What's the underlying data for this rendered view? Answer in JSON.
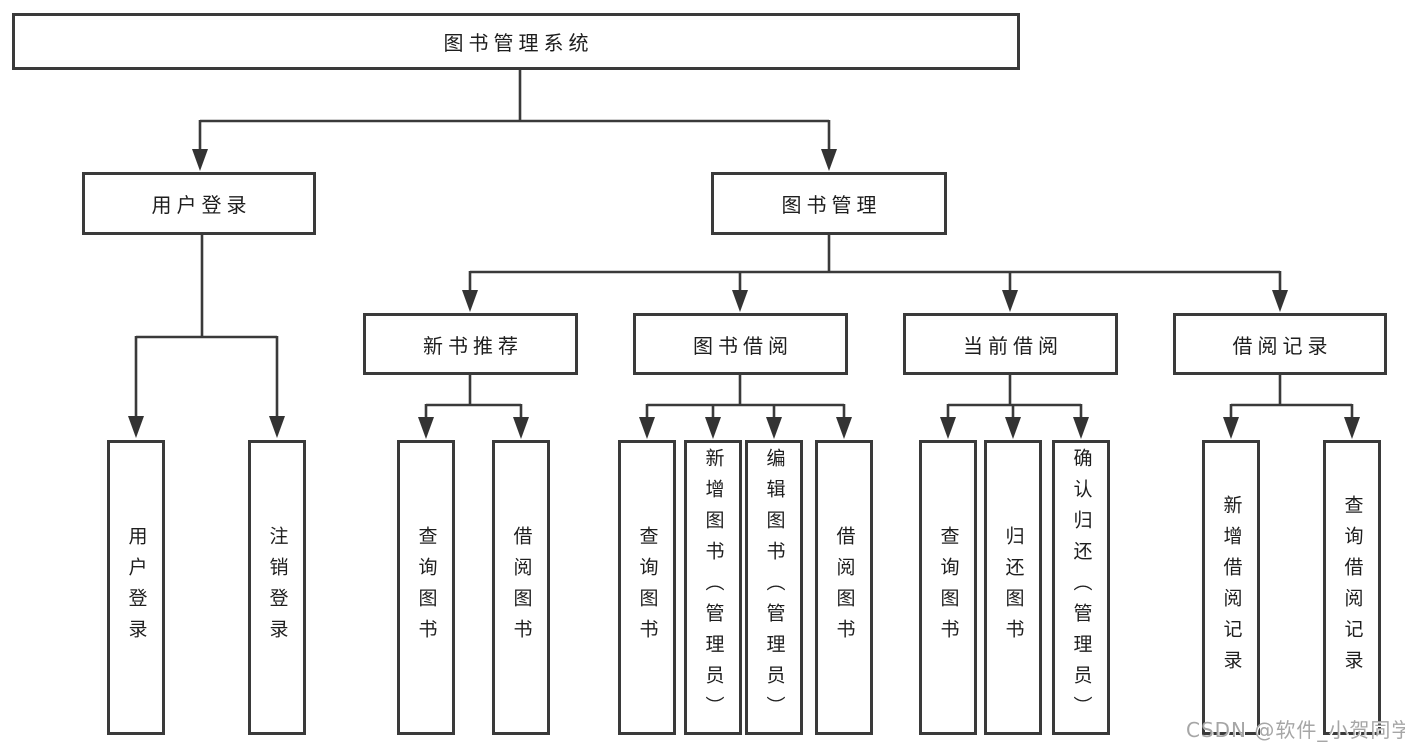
{
  "diagram": {
    "type": "tree",
    "colors": {
      "line": "#3a3a3a",
      "box_border": "#3a3a3a",
      "box_fill": "#ffffff",
      "text": "#1e1e1e",
      "watermark_text": "#a6a6a6"
    },
    "watermark": "CSDN @软件_小贺同学",
    "nodes": {
      "root": {
        "label": "图书管理系统"
      },
      "level2": [
        {
          "label": "用户登录",
          "parent": "图书管理系统"
        },
        {
          "label": "图书管理",
          "parent": "图书管理系统"
        }
      ],
      "level3": [
        {
          "label": "新书推荐",
          "parent": "图书管理"
        },
        {
          "label": "图书借阅",
          "parent": "图书管理"
        },
        {
          "label": "当前借阅",
          "parent": "图书管理"
        },
        {
          "label": "借阅记录",
          "parent": "图书管理"
        }
      ],
      "leaves": [
        {
          "label": "用户登录",
          "parent": "用户登录"
        },
        {
          "label": "注销登录",
          "parent": "用户登录"
        },
        {
          "label": "查询图书",
          "parent": "新书推荐"
        },
        {
          "label": "借阅图书",
          "parent": "新书推荐"
        },
        {
          "label": "查询图书",
          "parent": "图书借阅"
        },
        {
          "label": "新增图书（管理员）",
          "parent": "图书借阅"
        },
        {
          "label": "编辑图书（管理员）",
          "parent": "图书借阅"
        },
        {
          "label": "借阅图书",
          "parent": "图书借阅"
        },
        {
          "label": "查询图书",
          "parent": "当前借阅"
        },
        {
          "label": "归还图书",
          "parent": "当前借阅"
        },
        {
          "label": "确认归还（管理员）",
          "parent": "当前借阅"
        },
        {
          "label": "新增借阅记录",
          "parent": "借阅记录"
        },
        {
          "label": "查询借阅记录",
          "parent": "借阅记录"
        }
      ]
    }
  }
}
